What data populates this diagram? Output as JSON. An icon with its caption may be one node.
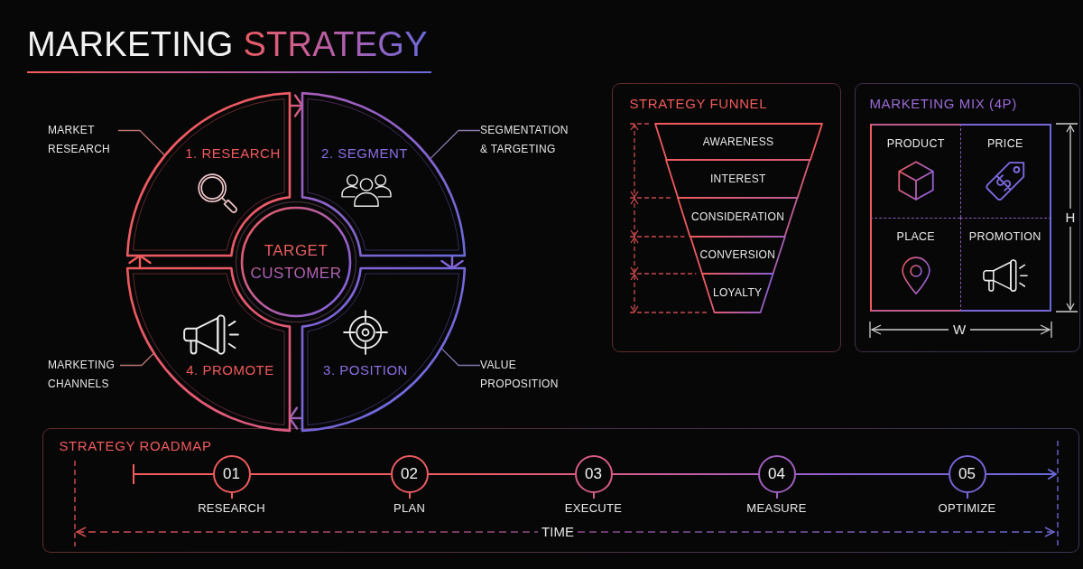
{
  "diagram": {
    "title": "MARKETING STRATEGY",
    "nodes": [
      {
        "text": [
          "1. RESEARCH"
        ]
      },
      {
        "text": [
          "2. SEGMENT"
        ]
      },
      {
        "text": [
          "3. POSITION"
        ]
      },
      {
        "text": [
          "4. PROMOTE"
        ]
      },
      {
        "text": [
          "TARGET CUSTOMER"
        ]
      },
      {
        "text": [
          "MARKET RESEARCH"
        ]
      },
      {
        "text": [
          "SEGMENTATION & TARGETING"
        ]
      },
      {
        "text": [
          "VALUE PROPOSITION"
        ]
      },
      {
        "text": [
          "MARKETING CHANNELS"
        ]
      },
      {
        "text": [
          "STRATEGY FUNNEL"
        ]
      },
      {
        "text": [
          "AWARENESS"
        ],
        "in": 9
      },
      {
        "text": [
          "INTEREST"
        ],
        "in": 9
      },
      {
        "text": [
          "CONSIDERATION"
        ],
        "in": 9
      },
      {
        "text": [
          "CONVERSION"
        ],
        "in": 9
      },
      {
        "text": [
          "LOYALTY"
        ],
        "in": 9
      },
      {
        "text": [
          "MARKETING MIX (4P)"
        ]
      },
      {
        "text": [
          "PRODUCT"
        ],
        "in": 15
      },
      {
        "text": [
          "PRICE"
        ],
        "in": 15
      },
      {
        "text": [
          "PLACE"
        ],
        "in": 15
      },
      {
        "text": [
          "PROMOTION"
        ],
        "in": 15
      },
      {
        "text": [
          "STRATEGY ROADMAP"
        ]
      },
      {
        "text": [
          "01"
        ],
        "beside": [
          "RESEARCH"
        ],
        "in": 20
      },
      {
        "text": [
          "02"
        ],
        "beside": [
          "PLAN"
        ],
        "in": 20
      },
      {
        "text": [
          "03"
        ],
        "beside": [
          "EXECUTE"
        ],
        "in": 20
      },
      {
        "text": [
          "04"
        ],
        "beside": [
          "MEASURE"
        ],
        "in": 20
      },
      {
        "text": [
          "05"
        ],
        "beside": [
          "OPTIMIZE"
        ],
        "in": 20
      }
    ],
    "edges": [
      {
        "from": 0,
        "to": 1,
        "arrow": "to",
        "color": "#d15d81"
      },
      {
        "from": 1,
        "to": 2,
        "arrow": "to",
        "color": "#8365d9"
      },
      {
        "from": 2,
        "to": 3,
        "arrow": "to",
        "color": "#9962b4"
      },
      {
        "from": 3,
        "to": 0,
        "arrow": "to",
        "color": "#f05a5c"
      },
      {
        "from": 5,
        "to": 0,
        "arrow": "none"
      },
      {
        "from": 6,
        "to": 1,
        "arrow": "none"
      },
      {
        "from": 7,
        "to": 2,
        "arrow": "none"
      },
      {
        "from": 8,
        "to": 3,
        "arrow": "none"
      },
      {
        "from": null,
        "to": 21,
        "arrow": "other"
      },
      {
        "from": 21,
        "to": 22,
        "arrow": "none"
      },
      {
        "from": 22,
        "to": 23,
        "arrow": "none"
      },
      {
        "from": 23,
        "to": 24,
        "arrow": "none"
      },
      {
        "from": 24,
        "to": 25,
        "arrow": "none"
      },
      {
        "from": 25,
        "to": null,
        "arrow": "to"
      }
    ],
    "labels": [
      "H",
      "W",
      "TIME"
    ]
  }
}
